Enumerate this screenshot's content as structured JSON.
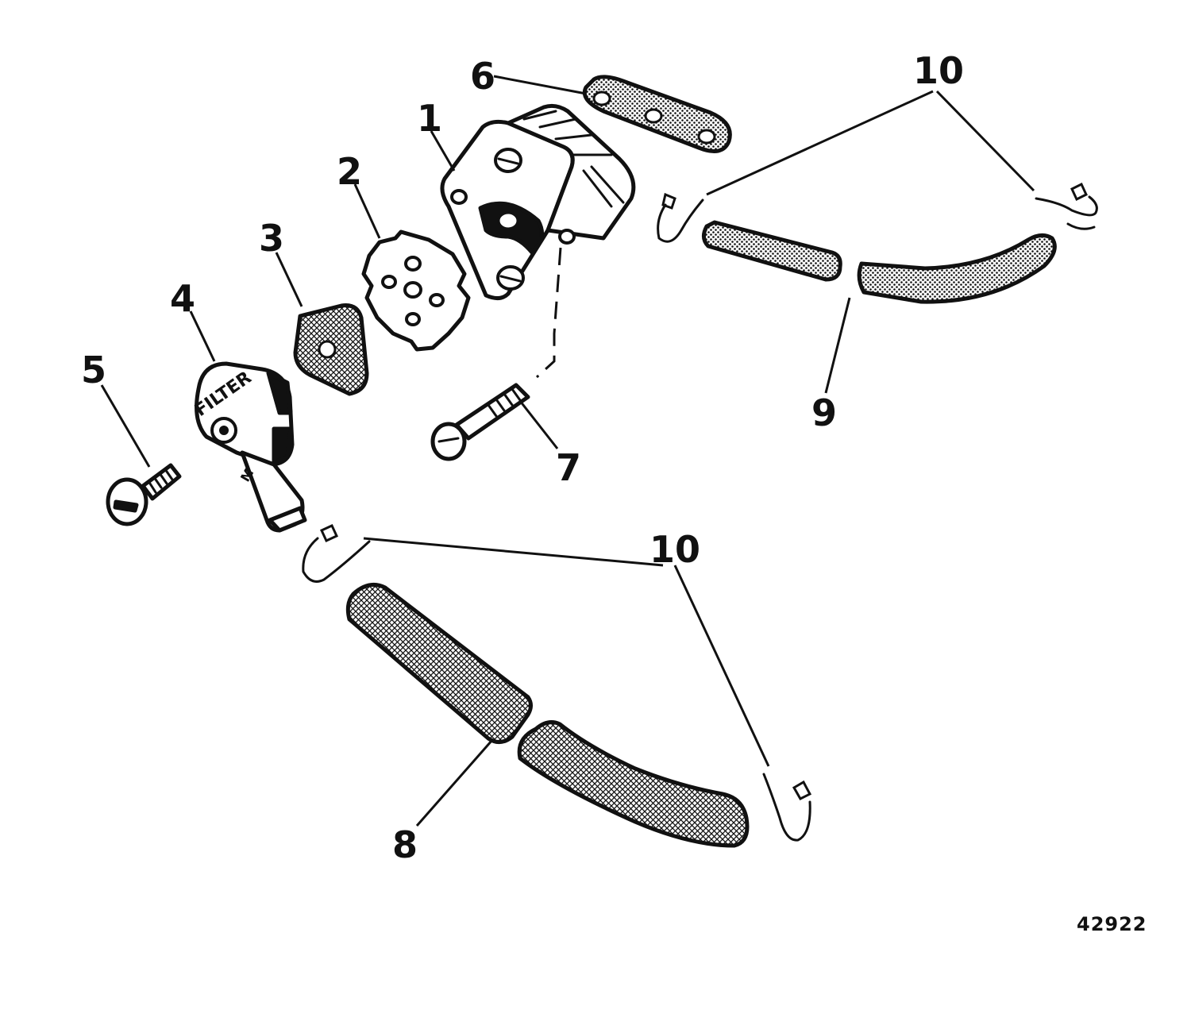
{
  "callouts": {
    "c1": "1",
    "c2": "2",
    "c3": "3",
    "c4": "4",
    "c5": "5",
    "c6": "6",
    "c7": "7",
    "c8": "8",
    "c9": "9",
    "c10_top": "10",
    "c10_bottom": "10"
  },
  "figure_number": "42922",
  "filter_cover_text": "FILTER",
  "colors": {
    "ink": "#111111",
    "background": "#ffffff"
  }
}
